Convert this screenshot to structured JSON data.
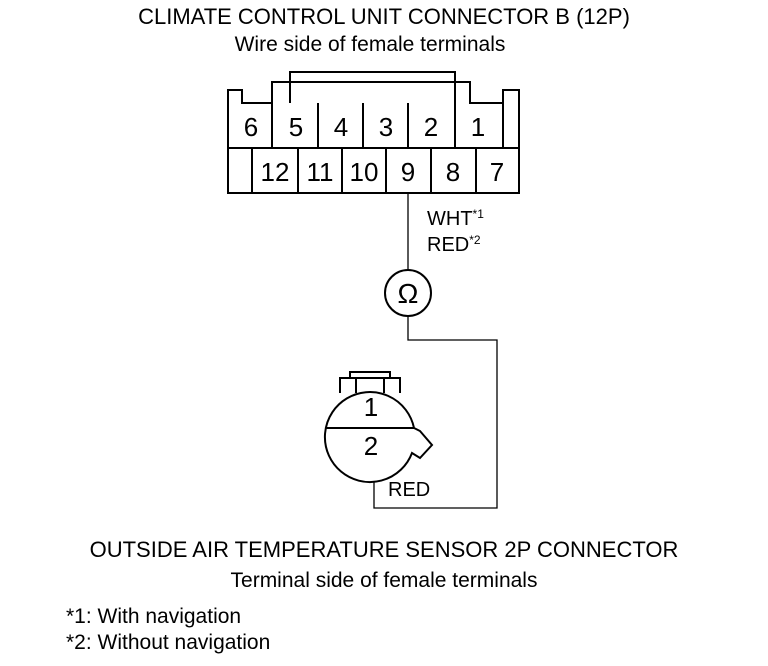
{
  "connector_b": {
    "title": "CLIMATE CONTROL UNIT CONNECTOR B (12P)",
    "subtitle": "Wire side of female terminals",
    "top_row": [
      "6",
      "5",
      "4",
      "3",
      "2",
      "1"
    ],
    "bottom_row": [
      "12",
      "11",
      "10",
      "9",
      "8",
      "7"
    ]
  },
  "wire_colors": {
    "wht": "WHT",
    "wht_note": "*1",
    "red": "RED",
    "red_note": "*2"
  },
  "meter": {
    "symbol": "Ω"
  },
  "sensor": {
    "pin_1": "1",
    "pin_2": "2",
    "wire_color": "RED",
    "title": "OUTSIDE AIR TEMPERATURE SENSOR 2P CONNECTOR",
    "subtitle": "Terminal side of female terminals"
  },
  "footnotes": [
    "*1: With navigation",
    "*2: Without navigation"
  ]
}
